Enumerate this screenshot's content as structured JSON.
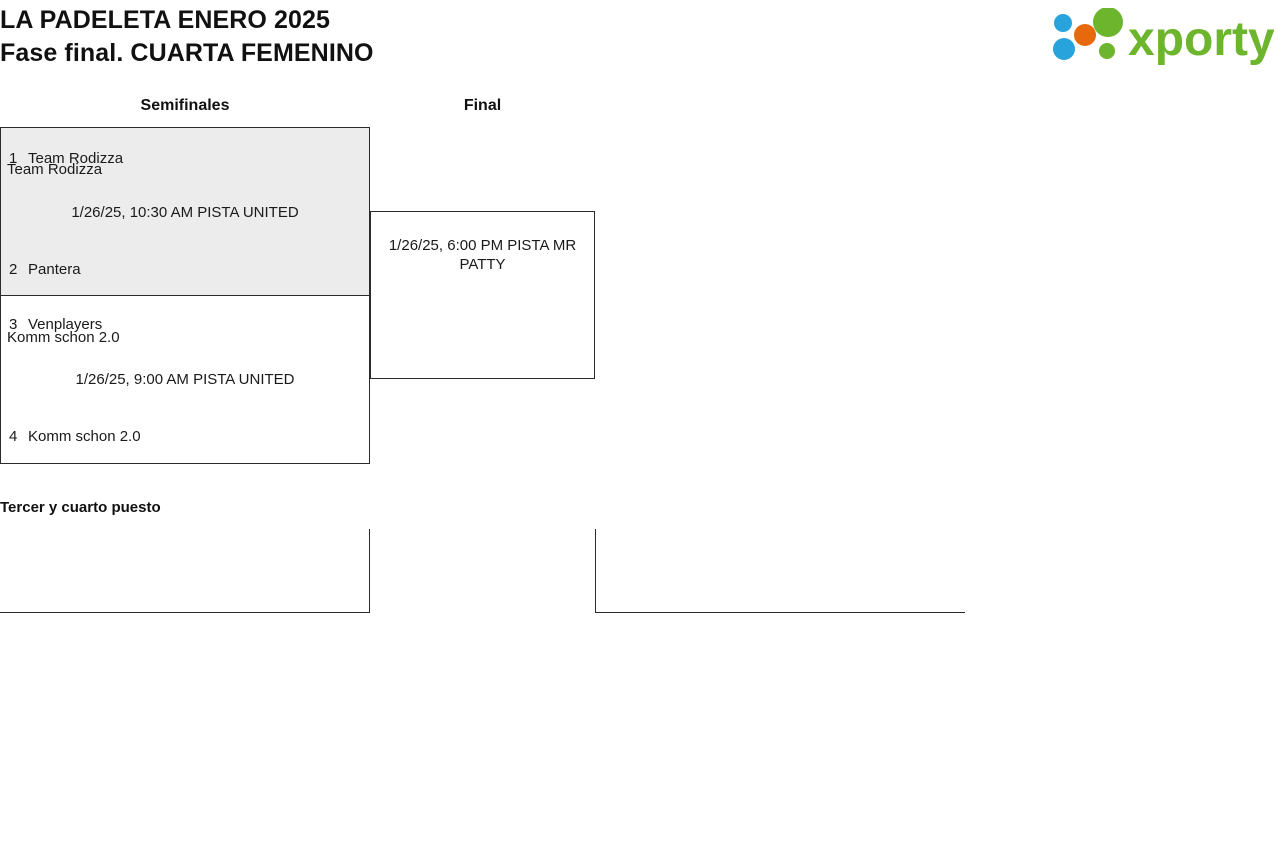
{
  "header": {
    "title_line1": "LA PADELETA ENERO 2025",
    "title_line2": "Fase final. CUARTA FEMENINO",
    "logo_text": "xporty",
    "logo_colors": {
      "green": "#6cb52d",
      "blue": "#29a3dc",
      "orange": "#e8690b"
    }
  },
  "bracket": {
    "rounds": [
      {
        "label": "Semifinales"
      },
      {
        "label": "Final"
      }
    ],
    "semifinals": [
      {
        "shaded": true,
        "top": {
          "seed": "1",
          "team": "Team Rodizza"
        },
        "bottom": {
          "seed": "2",
          "team": "Pantera"
        },
        "caption": "1/26/25, 10:30 AM PISTA UNITED"
      },
      {
        "shaded": false,
        "top": {
          "seed": "3",
          "team": "Venplayers"
        },
        "bottom": {
          "seed": "4",
          "team": "Komm schon 2.0"
        },
        "caption": "1/26/25, 9:00 AM PISTA UNITED"
      }
    ],
    "final": {
      "top_team": "Team Rodizza",
      "bottom_team": "Komm schon 2.0",
      "caption": "1/26/25, 6:00 PM PISTA MR PATTY"
    }
  },
  "third_place": {
    "heading": "Tercer y cuarto puesto"
  },
  "colors": {
    "box_border": "#2b2b2b",
    "shaded_bg": "#ececec",
    "text": "#1a1a1a"
  }
}
